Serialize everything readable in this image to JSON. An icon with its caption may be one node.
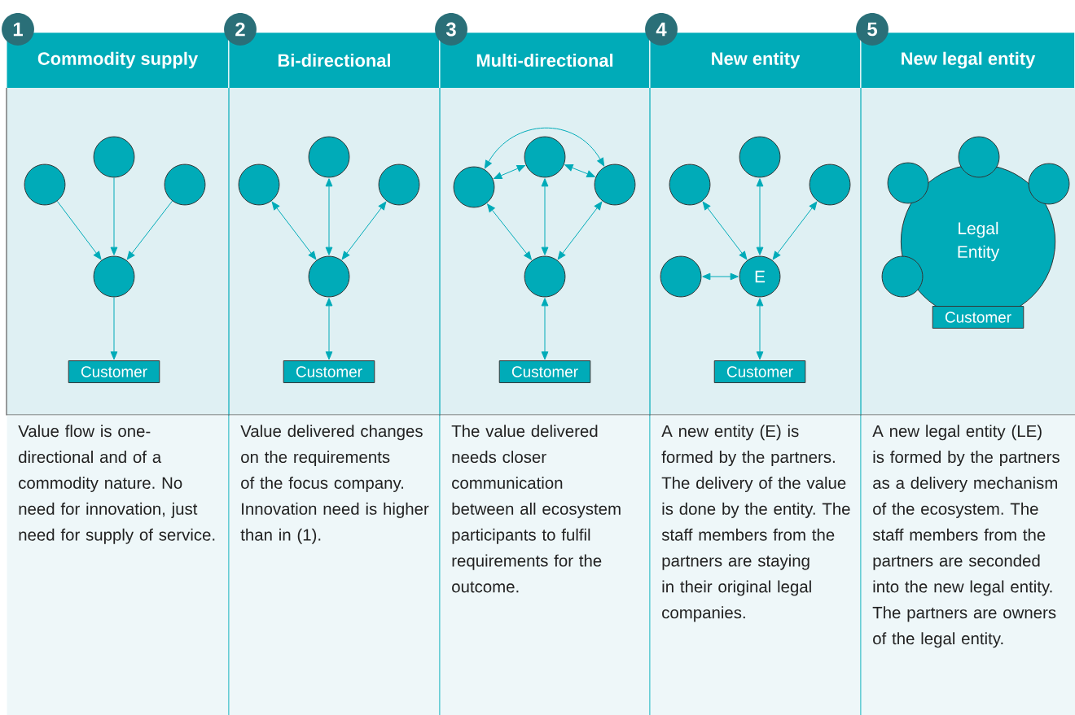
{
  "diagram": {
    "nodes": [
      {
        "text": [
          "Commodity supply"
        ]
      },
      {
        "text": [
          "1"
        ]
      },
      {
        "text": [],
        "shape": "circle"
      },
      {
        "text": [],
        "shape": "circle"
      },
      {
        "text": [],
        "shape": "circle"
      },
      {
        "text": [],
        "shape": "circle"
      },
      {
        "text": [
          "Customer"
        ]
      },
      {
        "text": [
          "Value flow is one-directional and of a commodity nature. No need for innovation, just need for supply of service."
        ]
      },
      {
        "text": [
          "Bi-directional"
        ]
      },
      {
        "text": [
          "2"
        ]
      },
      {
        "text": [],
        "shape": "circle"
      },
      {
        "text": [],
        "shape": "circle"
      },
      {
        "text": [],
        "shape": "circle"
      },
      {
        "text": [],
        "shape": "circle"
      },
      {
        "text": [
          "Customer"
        ]
      },
      {
        "text": [
          "Value delivered changes on the requirements of the focus company. Innovation need is higher than in (1)."
        ]
      },
      {
        "text": [
          "Multi-directional"
        ]
      },
      {
        "text": [
          "3"
        ]
      },
      {
        "text": [],
        "shape": "circle"
      },
      {
        "text": [],
        "shape": "circle"
      },
      {
        "text": [],
        "shape": "circle"
      },
      {
        "text": [],
        "shape": "circle"
      },
      {
        "text": [
          "Customer"
        ]
      },
      {
        "text": [
          "The value delivered needs closer communication between all ecosystem participants to fulfil requirements for the outcome."
        ]
      },
      {
        "text": [
          "New entity"
        ]
      },
      {
        "text": [
          "4"
        ]
      },
      {
        "text": [],
        "shape": "circle"
      },
      {
        "text": [],
        "shape": "circle"
      },
      {
        "text": [],
        "shape": "circle"
      },
      {
        "text": [],
        "shape": "circle"
      },
      {
        "text": [
          "E"
        ]
      },
      {
        "text": [
          "Customer"
        ]
      },
      {
        "text": [
          "A new entity (E) is formed by the partners. The delivery of the value is done by the entity. The staff members from the partners are staying in their original legal companies."
        ]
      },
      {
        "text": [
          "New legal entity"
        ]
      },
      {
        "text": [
          "5"
        ]
      },
      {
        "text": [
          "Legal Entity"
        ]
      },
      {
        "text": [],
        "shape": "circle"
      },
      {
        "text": [],
        "shape": "circle"
      },
      {
        "text": [],
        "shape": "circle"
      },
      {
        "text": [],
        "shape": "circle"
      },
      {
        "text": [
          "Customer"
        ]
      },
      {
        "text": [
          "A new legal entity (LE) is formed by the partners as a delivery mechanism of the ecosystem. The staff members from the partners are seconded into the new legal entity. The partners are owners of the legal entity."
        ]
      }
    ],
    "edges": [
      {
        "from": 2,
        "to": 5,
        "arrow": "to"
      },
      {
        "from": 3,
        "to": 5,
        "arrow": "to"
      },
      {
        "from": 4,
        "to": 5,
        "arrow": "to"
      },
      {
        "from": 5,
        "to": 6,
        "arrow": "to"
      },
      {
        "from": 10,
        "to": 13,
        "arrow": "both"
      },
      {
        "from": 11,
        "to": 13,
        "arrow": "both"
      },
      {
        "from": 12,
        "to": 13,
        "arrow": "both"
      },
      {
        "from": 13,
        "to": 14,
        "arrow": "both"
      },
      {
        "from": 18,
        "to": 19,
        "arrow": "both"
      },
      {
        "from": 19,
        "to": 20,
        "arrow": "both"
      },
      {
        "from": 18,
        "to": 20,
        "arrow": "both"
      },
      {
        "from": 18,
        "to": 21,
        "arrow": "both"
      },
      {
        "from": 19,
        "to": 21,
        "arrow": "both"
      },
      {
        "from": 20,
        "to": 21,
        "arrow": "both"
      },
      {
        "from": 21,
        "to": 22,
        "arrow": "both"
      },
      {
        "from": 26,
        "to": 30,
        "arrow": "both"
      },
      {
        "from": 27,
        "to": 30,
        "arrow": "both"
      },
      {
        "from": 28,
        "to": 30,
        "arrow": "both"
      },
      {
        "from": 29,
        "to": 30,
        "arrow": "both"
      },
      {
        "from": 30,
        "to": 31,
        "arrow": "both"
      }
    ]
  }
}
